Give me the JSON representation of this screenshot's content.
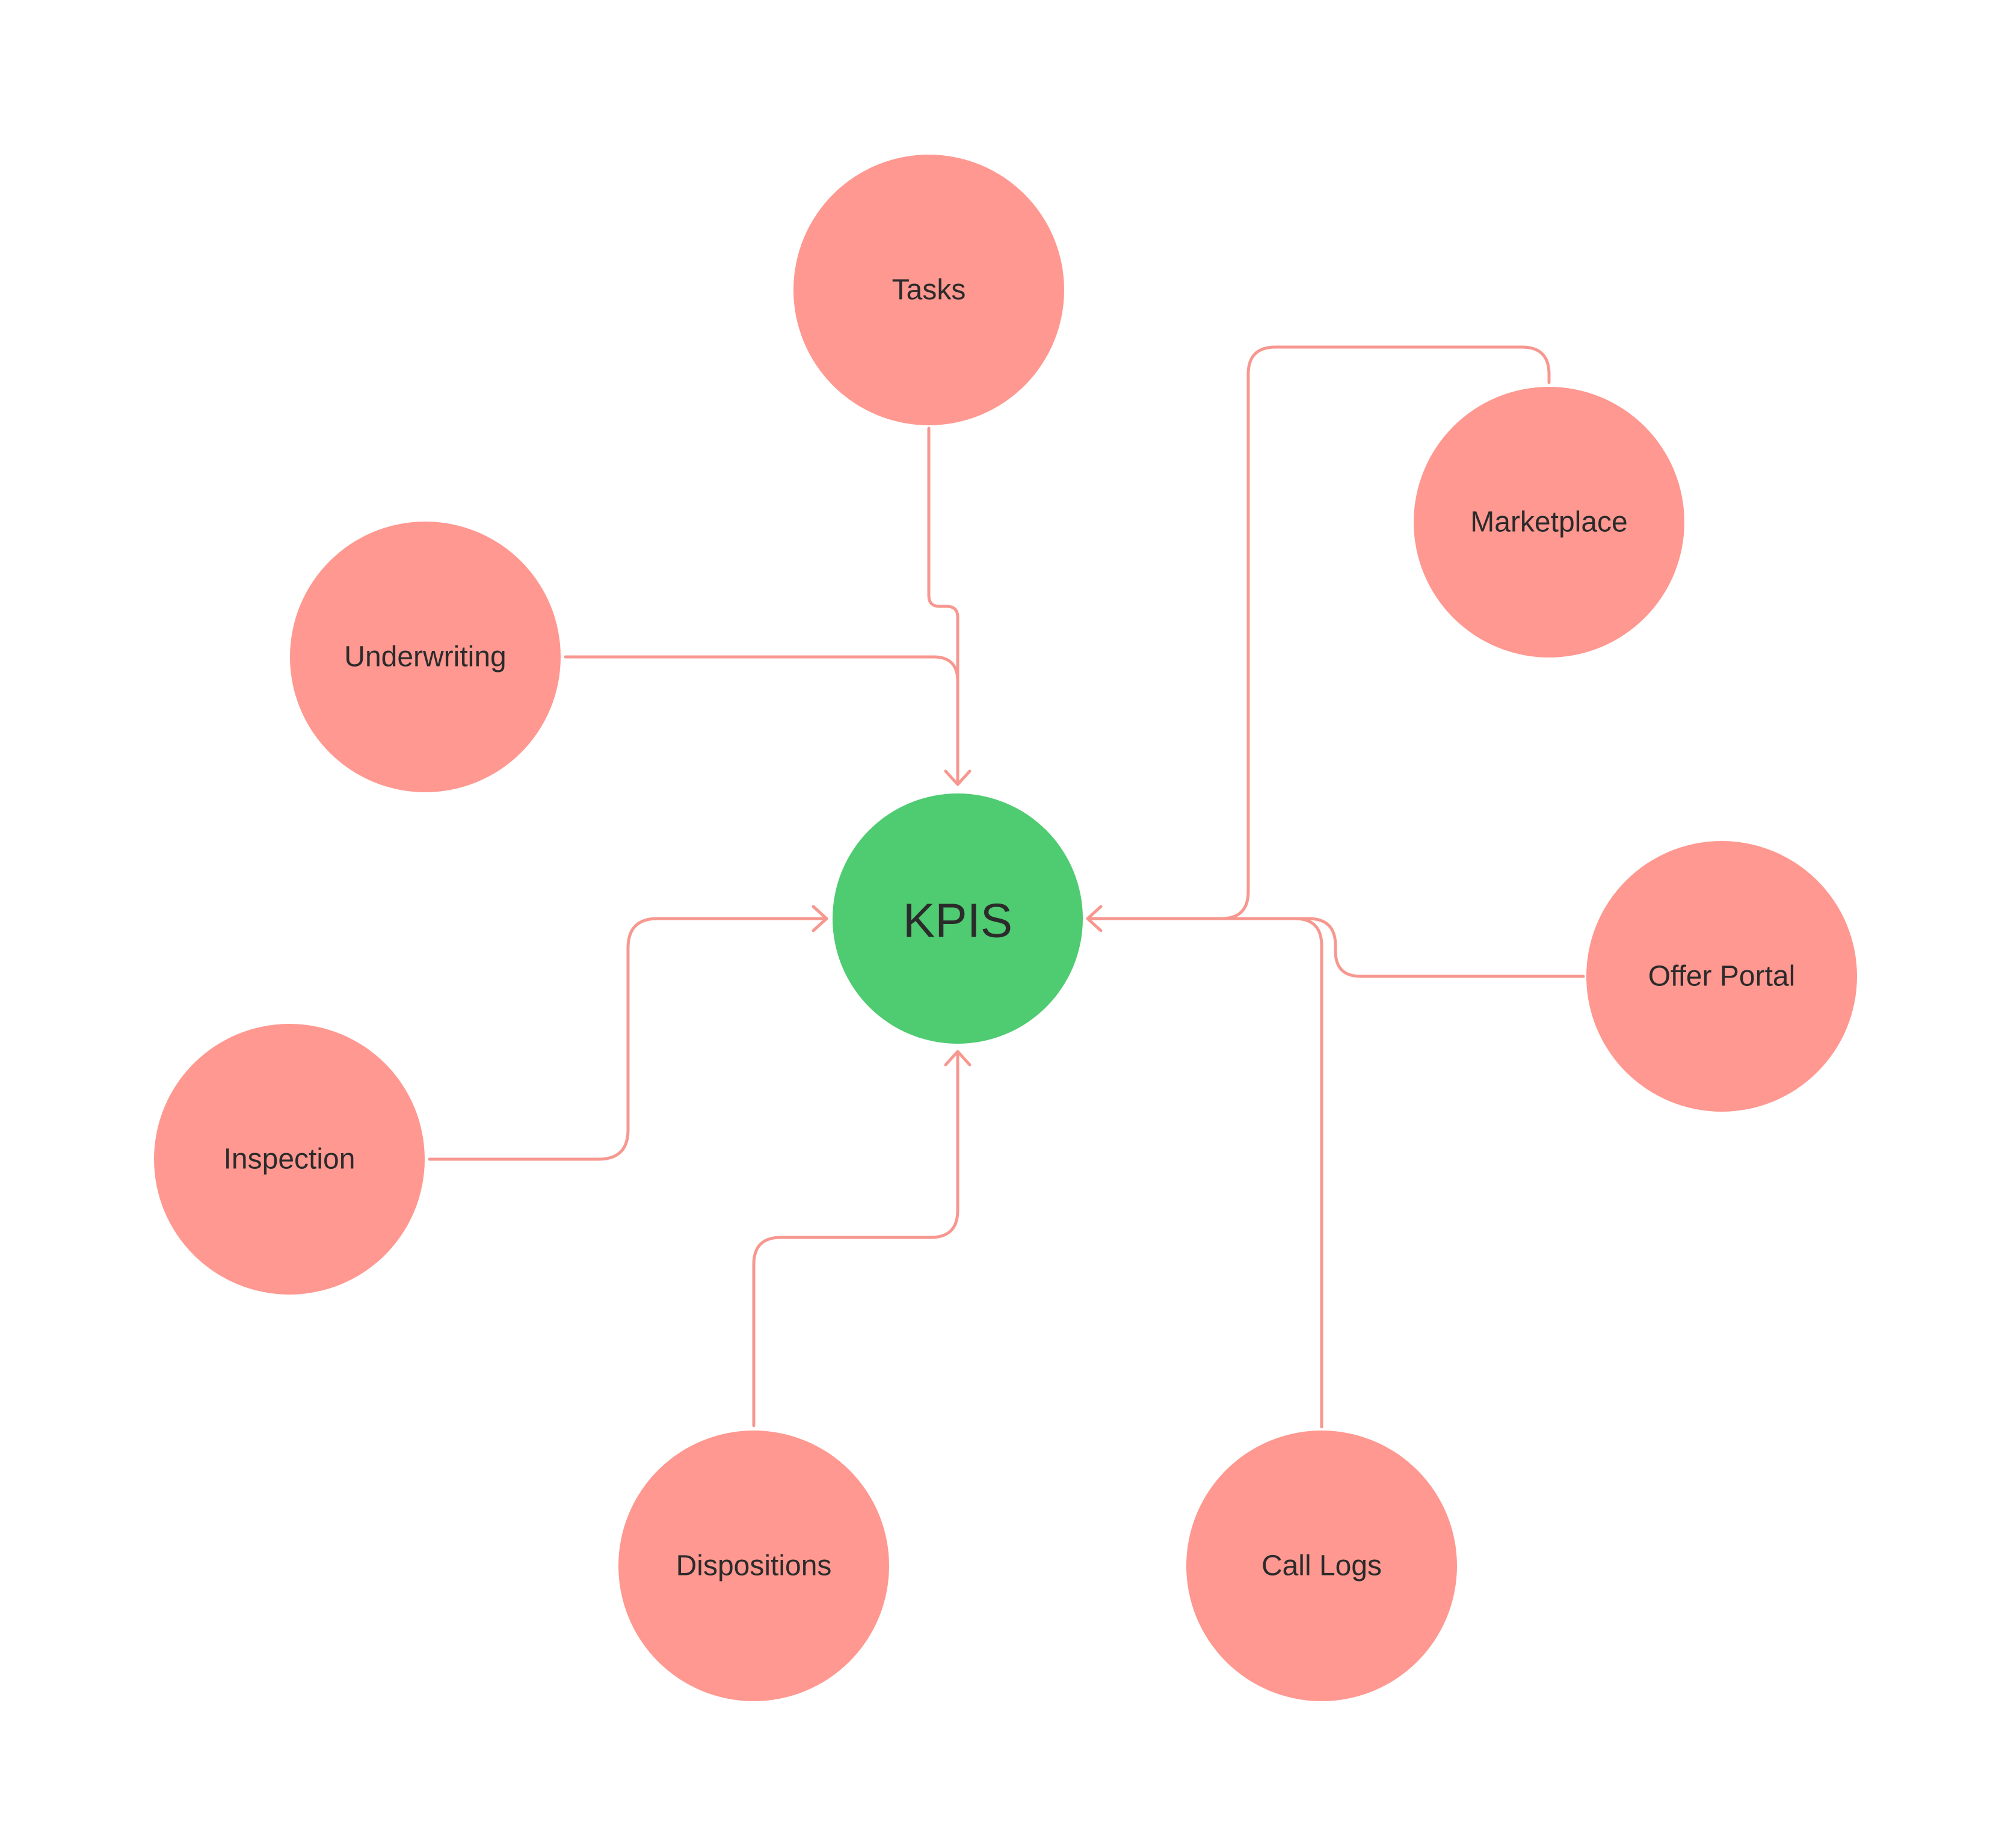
{
  "diagram": {
    "hub": {
      "id": "kpis",
      "label": "KPIS",
      "color": "#4fcb71"
    },
    "satellite_color": "#ff9890",
    "connector_color": "#f79890",
    "text_color": "#2b2b2b",
    "nodes": [
      {
        "id": "tasks",
        "label": "Tasks"
      },
      {
        "id": "marketplace",
        "label": "Marketplace"
      },
      {
        "id": "underwriting",
        "label": "Underwriting"
      },
      {
        "id": "offer-portal",
        "label": "Offer Portal"
      },
      {
        "id": "inspection",
        "label": "Inspection"
      },
      {
        "id": "dispositions",
        "label": "Dispositions"
      },
      {
        "id": "call-logs",
        "label": "Call Logs"
      }
    ],
    "edges": [
      {
        "from": "tasks",
        "to": "kpis"
      },
      {
        "from": "underwriting",
        "to": "kpis"
      },
      {
        "from": "marketplace",
        "to": "kpis"
      },
      {
        "from": "offer-portal",
        "to": "kpis"
      },
      {
        "from": "call-logs",
        "to": "kpis"
      },
      {
        "from": "inspection",
        "to": "kpis"
      },
      {
        "from": "dispositions",
        "to": "kpis"
      }
    ]
  }
}
